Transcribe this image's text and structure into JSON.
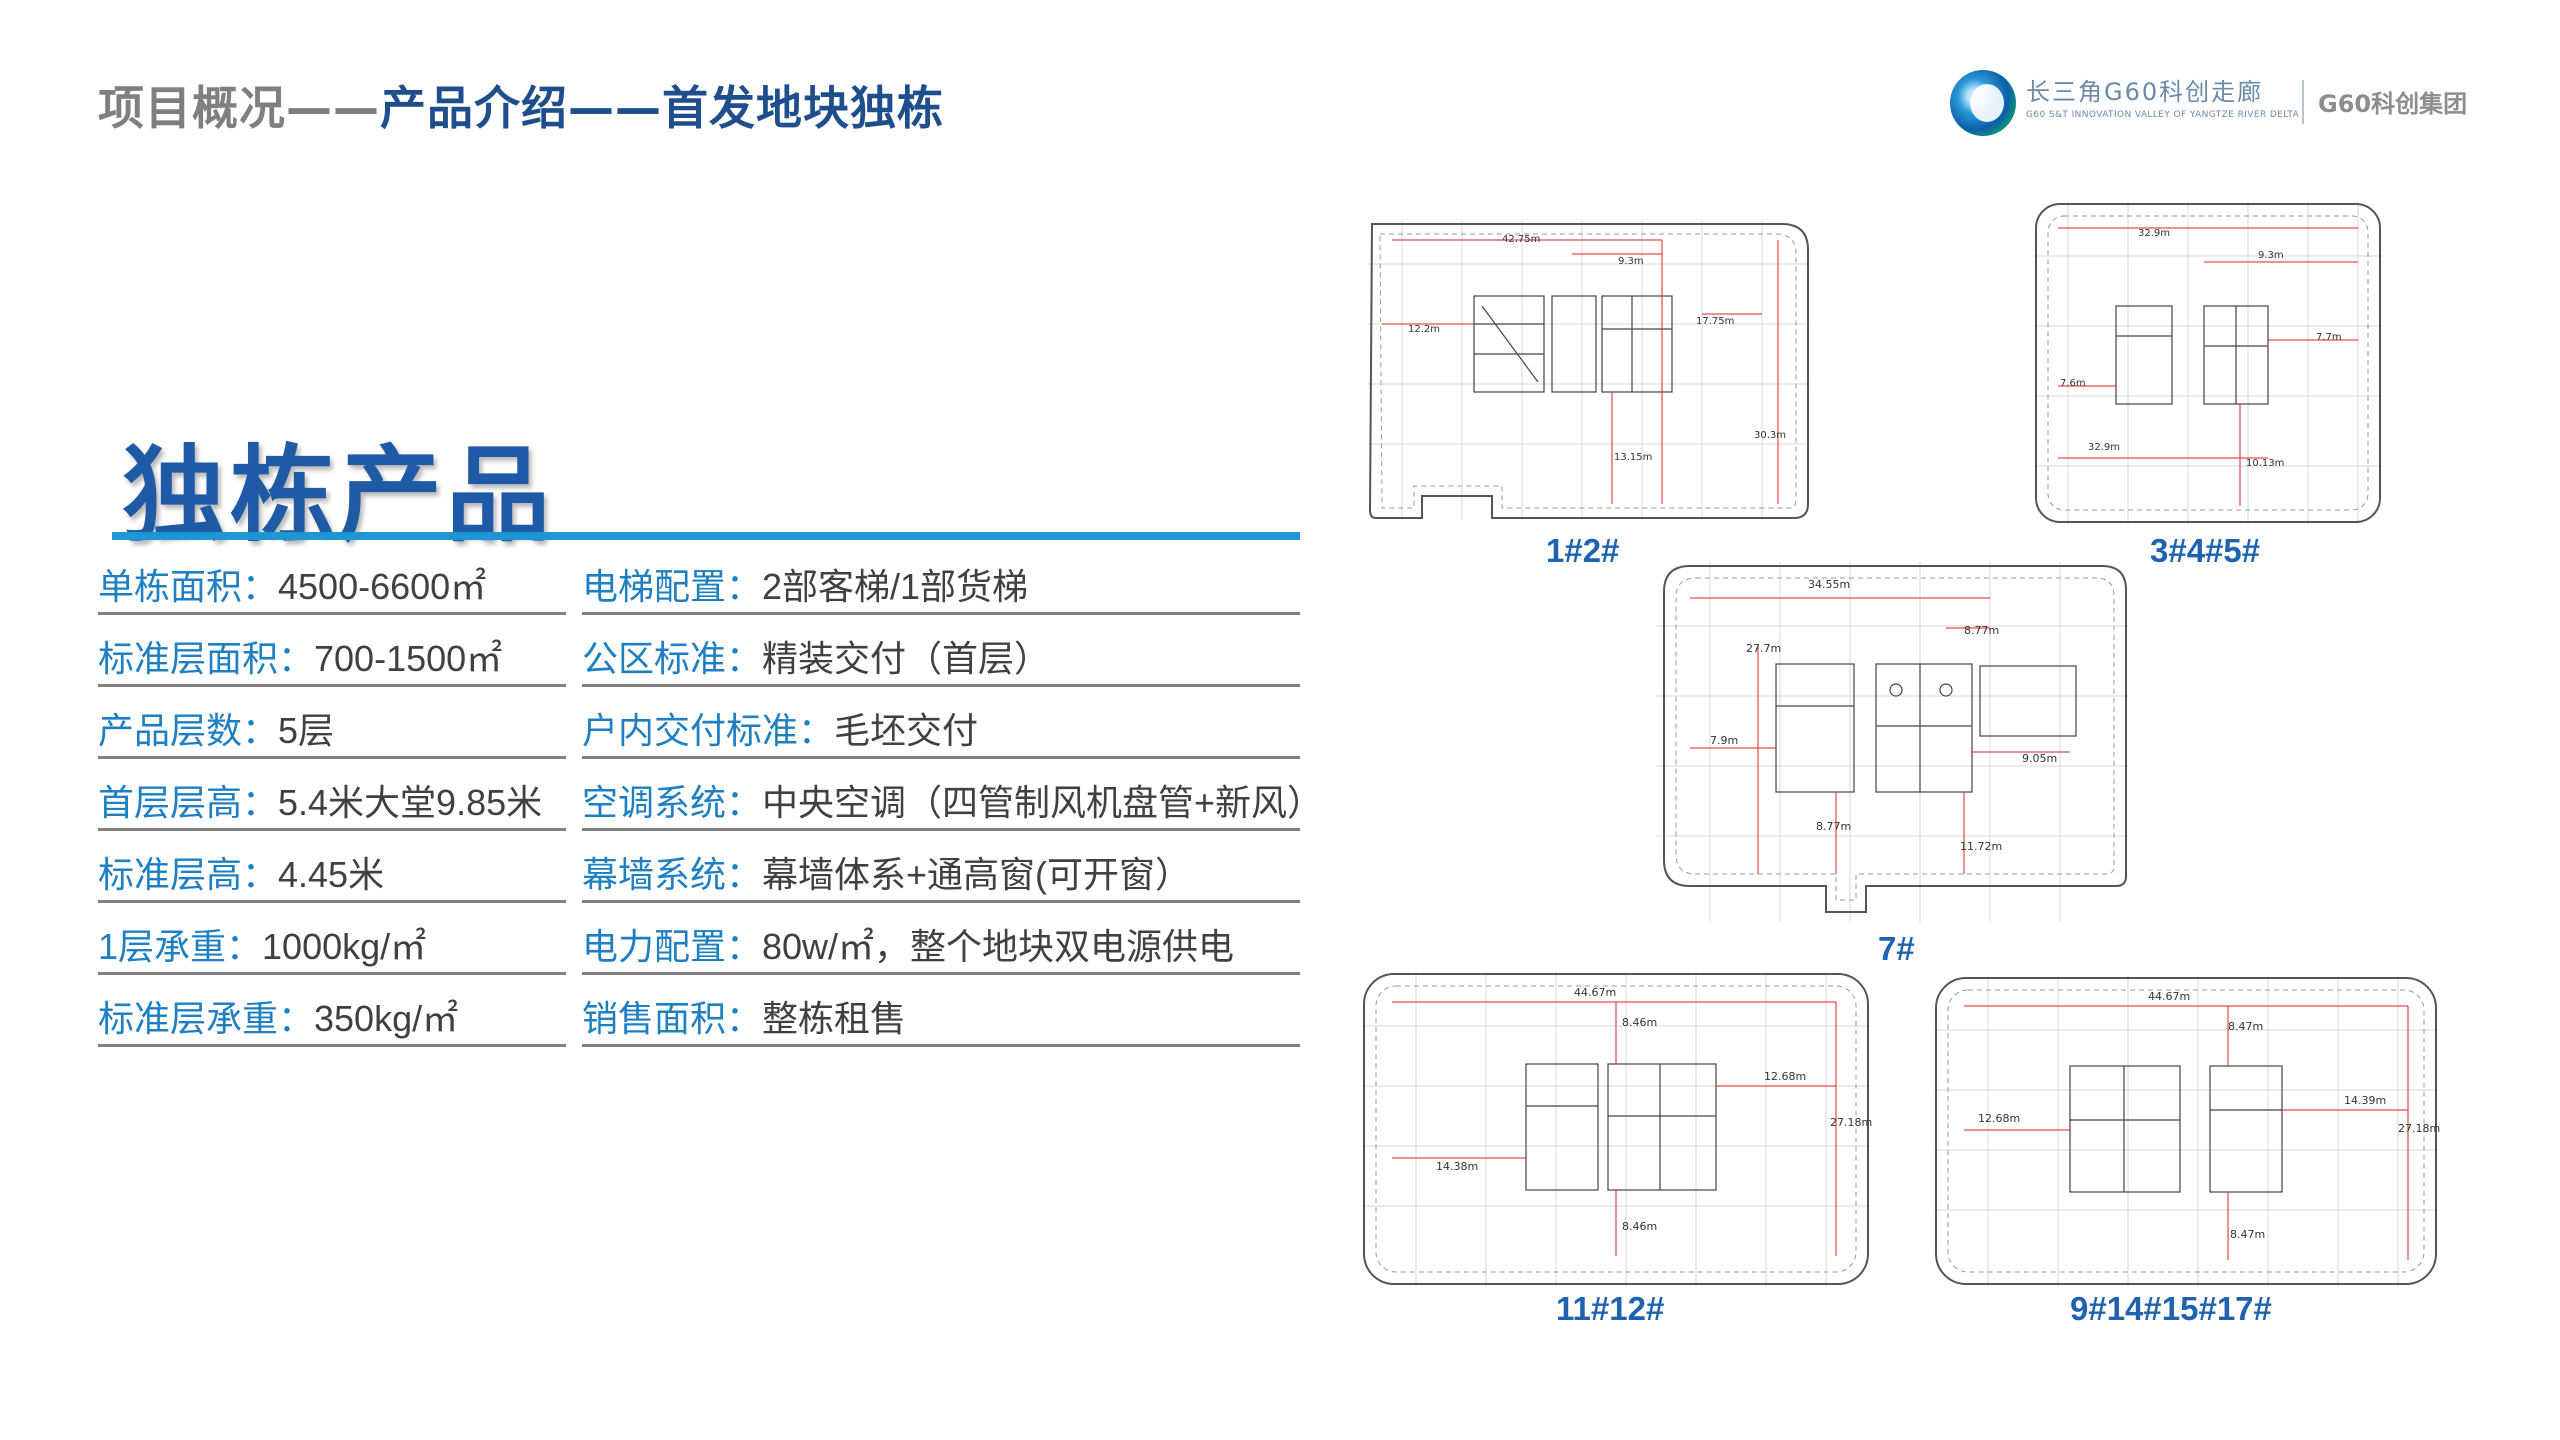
{
  "header": {
    "title_part1": "项目概况——",
    "title_part2": "产品介绍——首发地块独栋"
  },
  "logo": {
    "cn_name": "长三角G60科创走廊",
    "en_name": "G60 S&T INNOVATION VALLEY OF YANGTZE RIVER DELTA",
    "group_name": "G60科创集团"
  },
  "product_title": "独栋产品",
  "specs_left": [
    {
      "label": "单栋面积：",
      "value": "4500-6600㎡"
    },
    {
      "label": "标准层面积：",
      "value": "700-1500㎡"
    },
    {
      "label": "产品层数：",
      "value": "5层"
    },
    {
      "label": "首层层高：",
      "value": "5.4米大堂9.85米"
    },
    {
      "label": "标准层高：",
      "value": "4.45米"
    },
    {
      "label": "1层承重：",
      "value": "1000kg/㎡"
    },
    {
      "label": "标准层承重：",
      "value": "350kg/㎡"
    }
  ],
  "specs_right": [
    {
      "label": "电梯配置：",
      "value": "2部客梯/1部货梯"
    },
    {
      "label": "公区标准：",
      "value": "精装交付（首层）"
    },
    {
      "label": "户内交付标准：",
      "value": "毛坯交付"
    },
    {
      "label": "空调系统：",
      "value": "中央空调（四管制风机盘管+新风）"
    },
    {
      "label": "幕墙系统：",
      "value": "幕墙体系+通高窗(可开窗）"
    },
    {
      "label": "电力配置：",
      "value": "80w/㎡，整个地块双电源供电"
    },
    {
      "label": "销售面积：",
      "value": "整栋租售"
    }
  ],
  "floor_plans": [
    {
      "label": "1#2#",
      "dims": [
        "42.75m",
        "9.3m",
        "12.2m",
        "17.75m",
        "13.15m",
        "30.3m"
      ]
    },
    {
      "label": "3#4#5#",
      "dims": [
        "32.9m",
        "9.3m",
        "7.7m",
        "7.6m",
        "32.9m",
        "10.13m"
      ]
    },
    {
      "label": "7#",
      "dims": [
        "34.55m",
        "27.7m",
        "8.77m",
        "7.9m",
        "9.05m",
        "8.77m",
        "11.72m"
      ]
    },
    {
      "label": "11#12#",
      "dims": [
        "44.67m",
        "8.46m",
        "12.68m",
        "27.18m",
        "14.38m",
        "8.46m"
      ]
    },
    {
      "label": "9#14#15#17#",
      "dims": [
        "44.67m",
        "8.47m",
        "12.68m",
        "14.39m",
        "27.18m",
        "8.47m"
      ]
    }
  ],
  "colors": {
    "header_grey": "#7f7f7f",
    "header_blue": "#1f4e8c",
    "title_blue": "#1f5aa6",
    "accent_rule": "#1e96d6",
    "label_blue": "#1e7fc2",
    "value_grey": "#404040",
    "plan_label": "#1f63b0",
    "dimension_red": "#e02020"
  }
}
